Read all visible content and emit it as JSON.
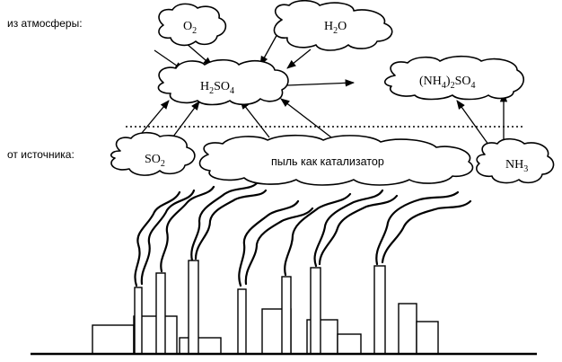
{
  "captions": {
    "atmosphere": "из атмосферы:",
    "source": "от источника:"
  },
  "clouds": {
    "o2": {
      "main": "O",
      "sub": "2"
    },
    "h2o": {
      "main": "H",
      "sub": "2",
      "tail": "O"
    },
    "h2so4": {
      "main": "H",
      "sub1": "2",
      "mid": "SO",
      "sub2": "4"
    },
    "nh42so4": {
      "open": "(NH",
      "sub1": "4",
      "close": ")",
      "sub2": "2",
      "mid": "SO",
      "sub3": "4"
    },
    "so2": {
      "main": "SO",
      "sub": "2"
    },
    "dust": {
      "text": "пыль как катализатор"
    },
    "nh3": {
      "main": "NH",
      "sub": "3"
    }
  },
  "colors": {
    "ink": "#000000",
    "background": "#ffffff"
  }
}
